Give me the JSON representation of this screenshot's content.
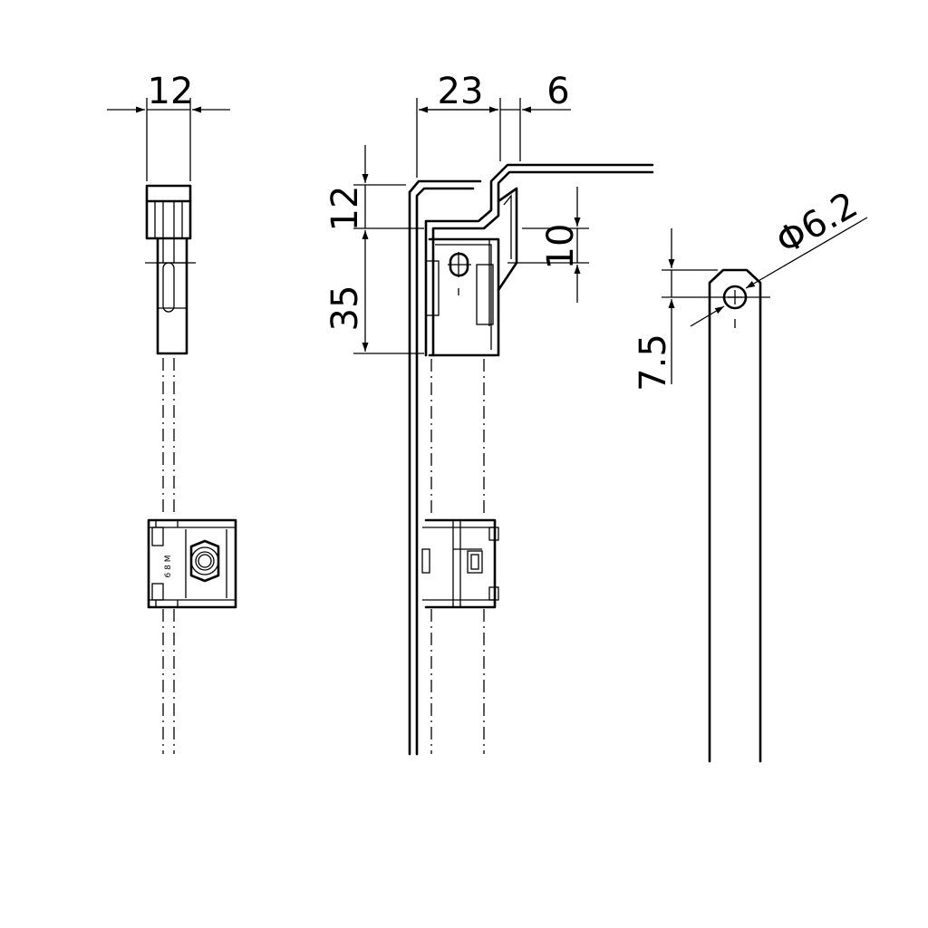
{
  "dimensions": {
    "left_width": "12",
    "middle_width": "23",
    "middle_offset": "6",
    "middle_top": "12",
    "middle_height": "35",
    "middle_slot": "10",
    "right_hole": "Φ6.2",
    "right_offset": "7.5"
  },
  "label_tiny": "6 8 M"
}
